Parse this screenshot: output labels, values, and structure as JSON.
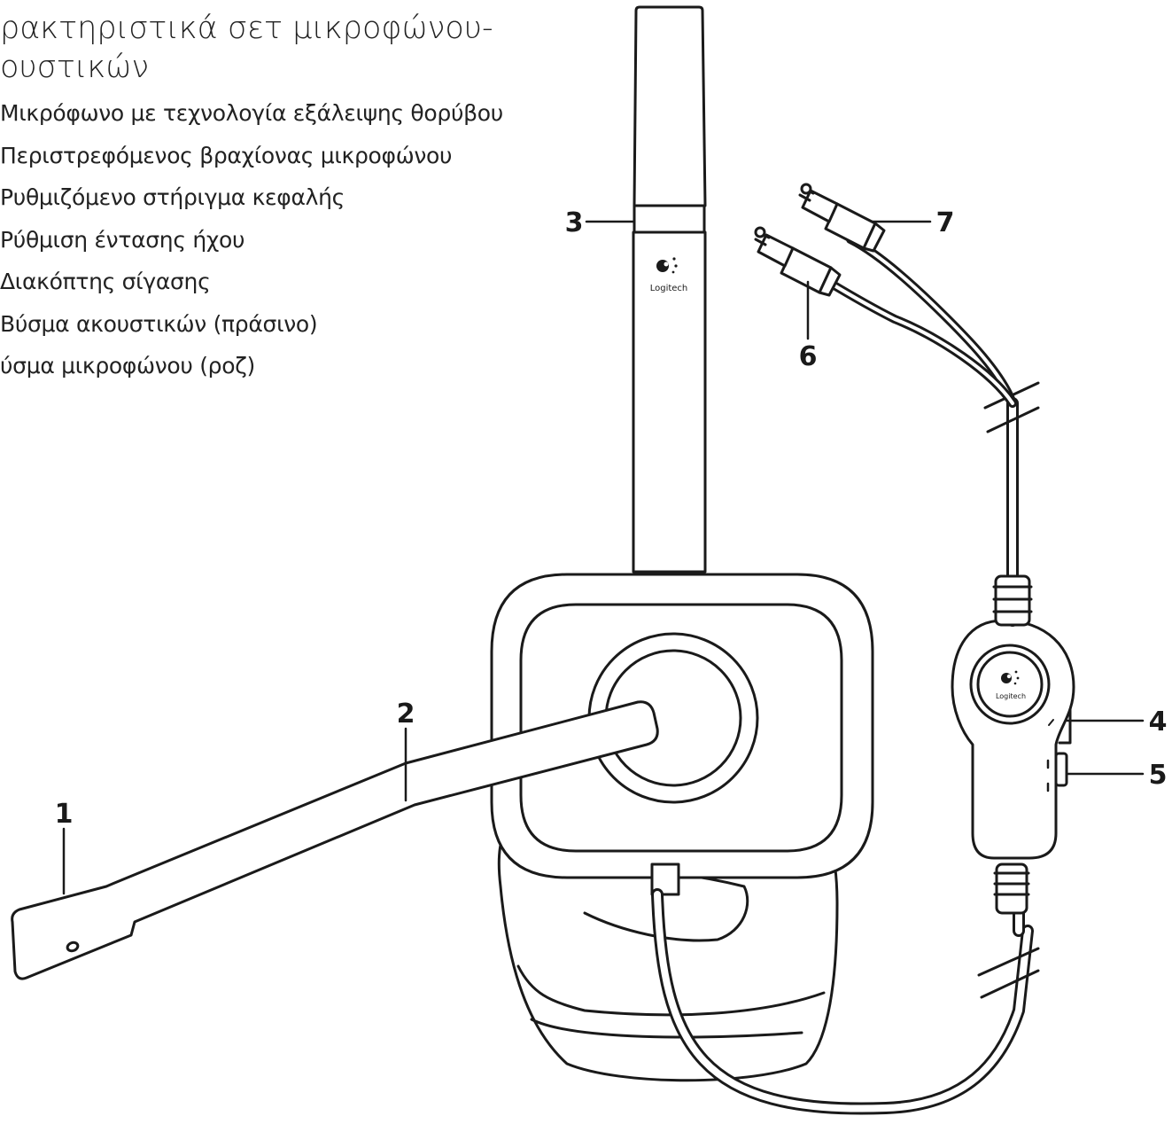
{
  "title": {
    "line1": "ρακτηριστικά σετ μικροφώνου-",
    "line2": "ουστικών"
  },
  "features": [
    "Μικρόφωνο με τεχνολογία εξάλειψης θορύβου",
    "Περιστρεφόμενος βραχίονας μικροφώνου",
    "Ρυθμιζόμενο στήριγμα κεφαλής",
    "Ρύθμιση έντασης ήχου",
    "Διακόπτης σίγασης",
    "Βύσμα ακουστικών (πράσινο)",
    "ύσμα μικροφώνου (ροζ)"
  ],
  "callouts": {
    "c1": "1",
    "c2": "2",
    "c3": "3",
    "c4": "4",
    "c5": "5",
    "c6": "6",
    "c7": "7"
  },
  "logo": {
    "brand": "Logitech"
  },
  "colors": {
    "stroke": "#1a1a1a",
    "fill": "#ffffff"
  }
}
